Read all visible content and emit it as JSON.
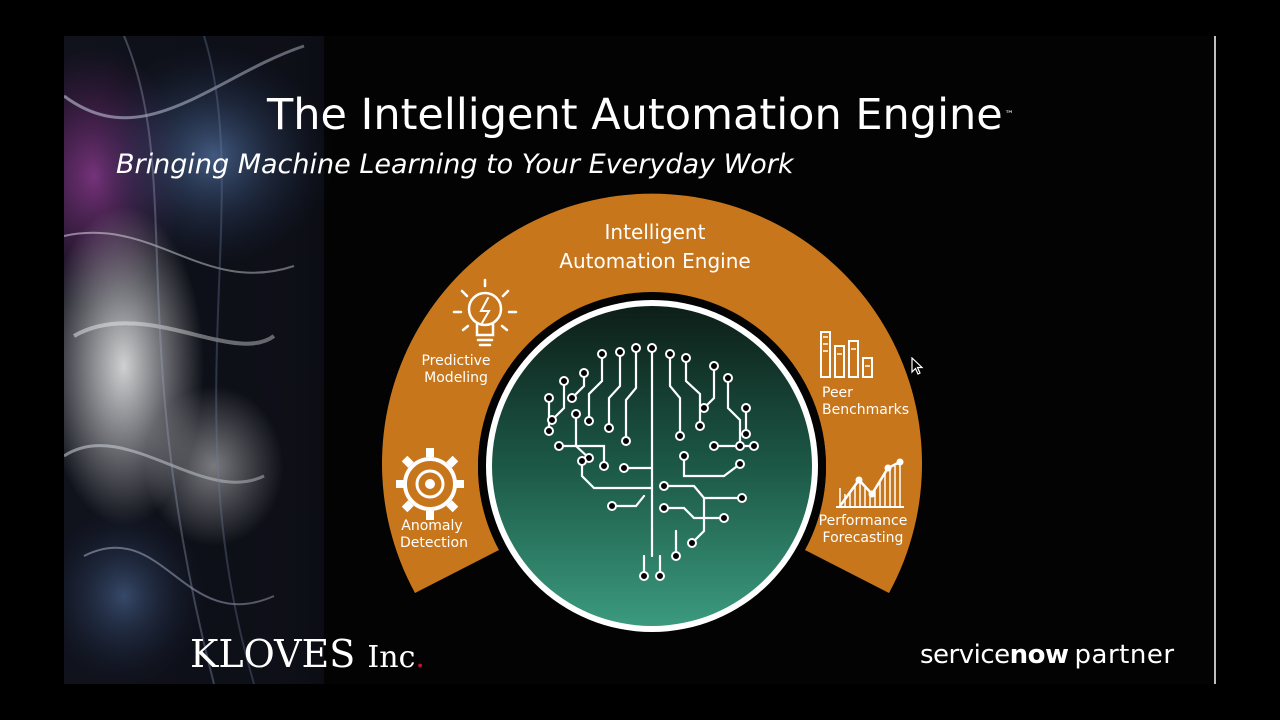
{
  "slide": {
    "title": "The Intelligent Automation Engine",
    "title_mark": "™",
    "subtitle": "Bringing Machine Learning to Your Everyday Work"
  },
  "arc": {
    "title_line1": "Intelligent",
    "title_line2": "Automation Engine",
    "items": [
      {
        "icon": "lightbulb-icon",
        "line1": "Predictive",
        "line2": "Modeling"
      },
      {
        "icon": "gear-icon",
        "line1": "Anomaly",
        "line2": "Detection"
      },
      {
        "icon": "bar-chart-icon",
        "line1": "Peer",
        "line2": "Benchmarks"
      },
      {
        "icon": "line-chart-icon",
        "line1": "Performance",
        "line2": "Forecasting"
      }
    ],
    "center_icon": "circuit-brain-icon"
  },
  "logos": {
    "kloves_main": "KLOVES",
    "kloves_suffix": "Inc",
    "kloves_dot": ".",
    "servicenow_service": "service",
    "servicenow_now": "now",
    "servicenow_partner": "partner"
  },
  "colors": {
    "arc": "#c7761c",
    "inner_top": "#0d1e18",
    "inner_bottom": "#3b9a7e",
    "background": "#030303",
    "kloves_accent": "#c8102e"
  }
}
